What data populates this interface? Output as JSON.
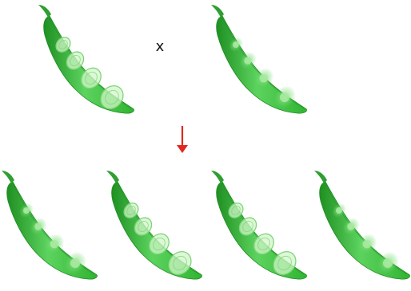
{
  "cross_symbol": "x",
  "colors": {
    "pod_outer": "#31b432",
    "pod_mid": "#5cd35e",
    "pod_light": "#a9eaa1",
    "pod_shadow": "#1f8f22",
    "stem": "#2e9f31",
    "arrow": "#e0281f",
    "seed_light": "#d2f5c8",
    "seed_dark": "#7ed57a"
  },
  "parents": [
    {
      "seed_type": "wrinkled",
      "seeds": 4
    },
    {
      "seed_type": "smooth",
      "seeds": 4
    }
  ],
  "offspring": [
    {
      "seed_type": "smooth",
      "seeds": 4
    },
    {
      "seed_type": "wrinkled",
      "seeds": 4
    },
    {
      "seed_type": "wrinkled",
      "seeds": 4
    },
    {
      "seed_type": "smooth",
      "seeds": 4
    }
  ]
}
